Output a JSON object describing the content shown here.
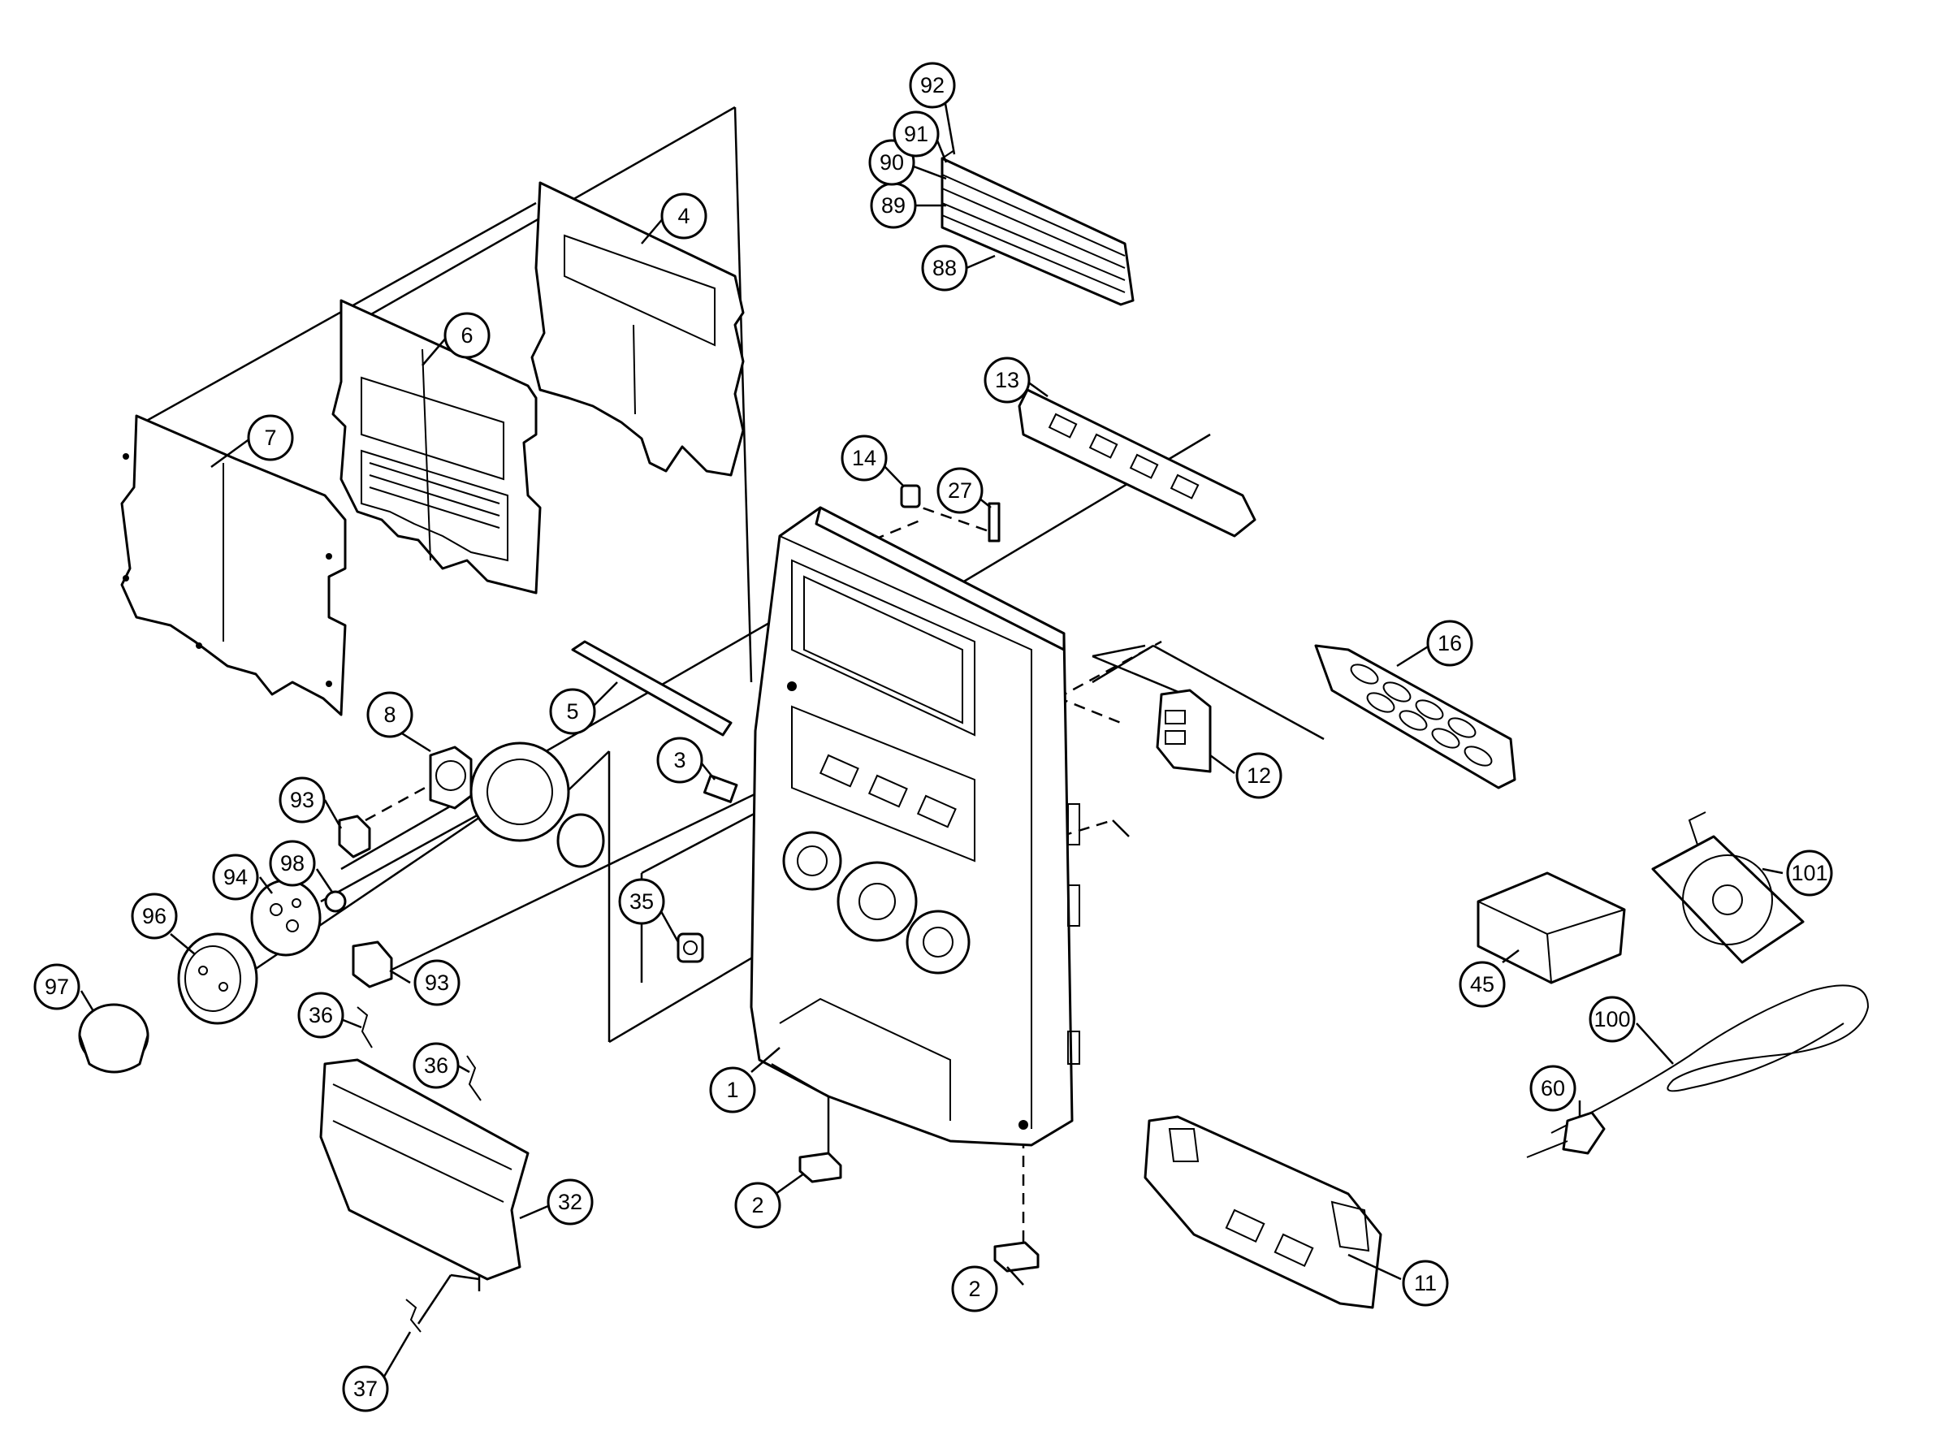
{
  "callouts": [
    {
      "id": "c1",
      "label": "1"
    },
    {
      "id": "c2a",
      "label": "2"
    },
    {
      "id": "c2b",
      "label": "2"
    },
    {
      "id": "c3",
      "label": "3"
    },
    {
      "id": "c4",
      "label": "4"
    },
    {
      "id": "c5",
      "label": "5"
    },
    {
      "id": "c6",
      "label": "6"
    },
    {
      "id": "c7",
      "label": "7"
    },
    {
      "id": "c8",
      "label": "8"
    },
    {
      "id": "c11",
      "label": "11"
    },
    {
      "id": "c12",
      "label": "12"
    },
    {
      "id": "c13",
      "label": "13"
    },
    {
      "id": "c14",
      "label": "14"
    },
    {
      "id": "c16",
      "label": "16"
    },
    {
      "id": "c27",
      "label": "27"
    },
    {
      "id": "c32",
      "label": "32"
    },
    {
      "id": "c35",
      "label": "35"
    },
    {
      "id": "c36a",
      "label": "36"
    },
    {
      "id": "c36b",
      "label": "36"
    },
    {
      "id": "c37",
      "label": "37"
    },
    {
      "id": "c45",
      "label": "45"
    },
    {
      "id": "c60",
      "label": "60"
    },
    {
      "id": "c88",
      "label": "88"
    },
    {
      "id": "c89",
      "label": "89"
    },
    {
      "id": "c90",
      "label": "90"
    },
    {
      "id": "c91",
      "label": "91"
    },
    {
      "id": "c92",
      "label": "92"
    },
    {
      "id": "c93a",
      "label": "93"
    },
    {
      "id": "c93b",
      "label": "93"
    },
    {
      "id": "c94",
      "label": "94"
    },
    {
      "id": "c96",
      "label": "96"
    },
    {
      "id": "c97",
      "label": "97"
    },
    {
      "id": "c98",
      "label": "98"
    },
    {
      "id": "c100",
      "label": "100"
    },
    {
      "id": "c101",
      "label": "101"
    }
  ]
}
